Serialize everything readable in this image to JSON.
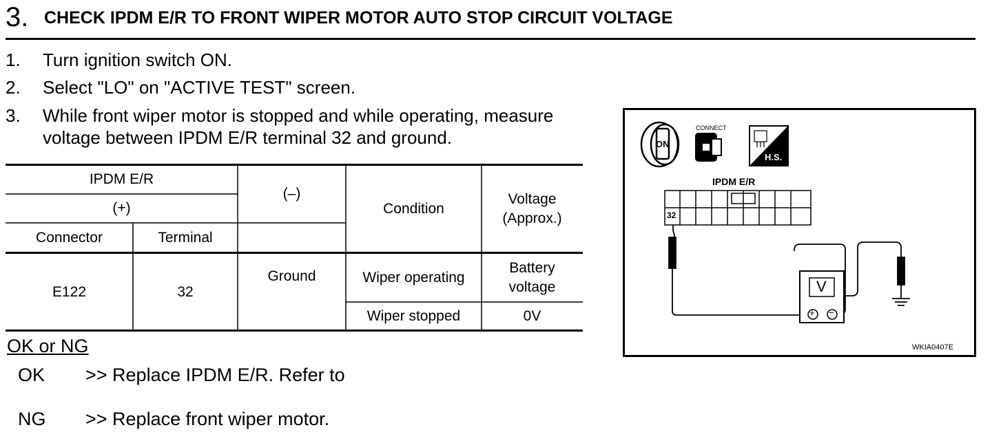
{
  "heading": {
    "number": "3.",
    "title": "CHECK IPDM E/R TO FRONT WIPER MOTOR AUTO STOP CIRCUIT VOLTAGE"
  },
  "steps": [
    {
      "no": "1.",
      "lines": [
        "Turn ignition switch ON."
      ]
    },
    {
      "no": "2.",
      "lines": [
        "Select \"LO\" on \"ACTIVE TEST\" screen."
      ]
    },
    {
      "no": "3.",
      "lines": [
        "While front wiper motor is stopped and while operating, measure",
        "voltage between IPDM E/R terminal 32 and ground."
      ]
    }
  ],
  "table": {
    "header_unit": "IPDM E/R",
    "header_plus": "(+)",
    "header_minus": "(–)",
    "header_condition": "Condition",
    "header_voltage": "Voltage\n(Approx.)",
    "header_connector": "Connector",
    "header_terminal": "Terminal",
    "connector": "E122",
    "terminal": "32",
    "minus_value": "Ground",
    "rows": [
      {
        "condition": "Wiper operating",
        "voltage": "Battery\nvoltage"
      },
      {
        "condition": "Wiper stopped",
        "voltage": "0V"
      }
    ]
  },
  "result": {
    "title": "OK or NG",
    "ok_code": "OK",
    "ok_text": ">> Replace  IPDM  E/R.  Refer  to",
    "ng_code": "NG",
    "ng_text": ">> Replace front wiper motor."
  },
  "diagram": {
    "key_label": "ON",
    "connect_label": "CONNECT",
    "hs_label": "H.S.",
    "unit_label": "IPDM E/R",
    "terminal_label": "32",
    "meter_label": "V",
    "plus_symbol": "+",
    "minus_symbol": "−",
    "figure_id": "WKIA0407E"
  }
}
